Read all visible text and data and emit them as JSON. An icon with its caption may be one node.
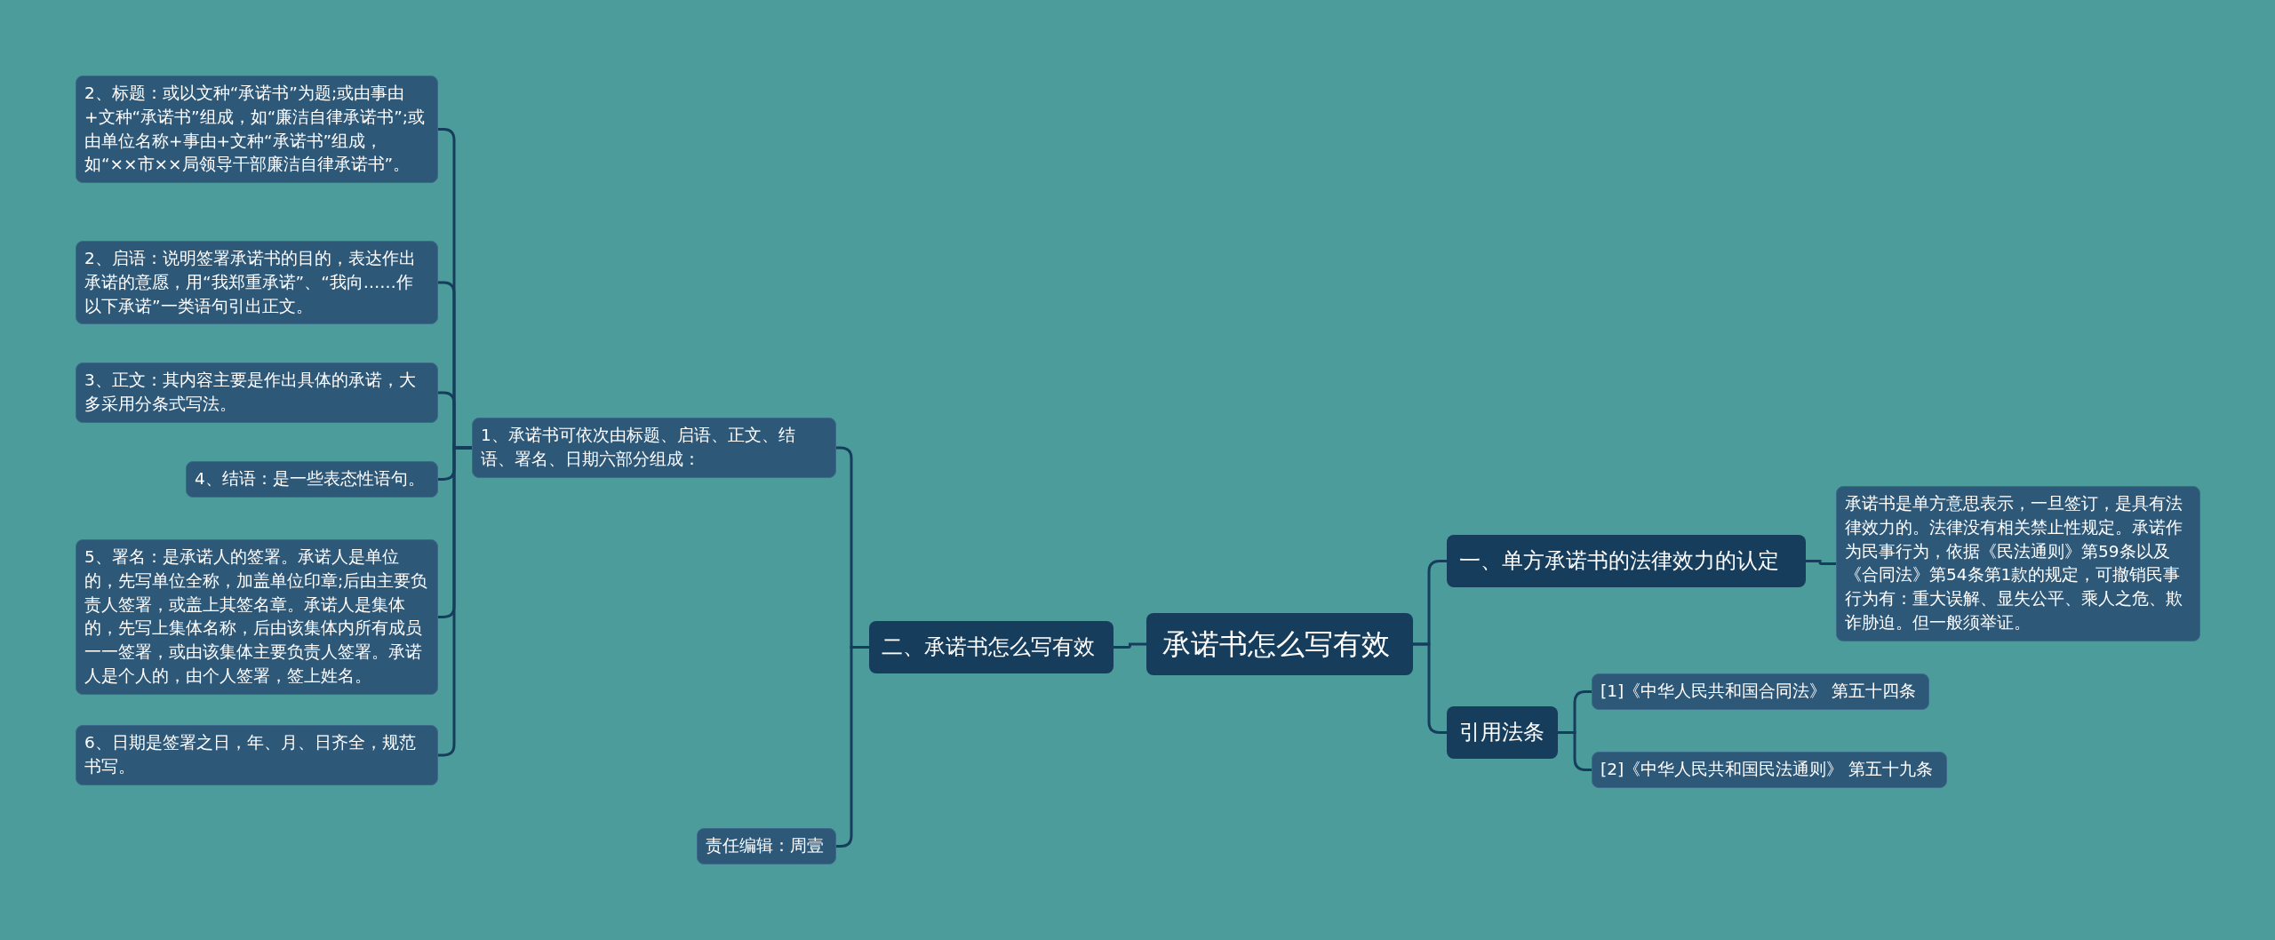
{
  "diagram": {
    "nodes": [
      {
        "text": [
          "承诺书怎么写有效"
        ]
      },
      {
        "text": [
          "二、承诺书怎么写有效"
        ]
      },
      {
        "text": [
          "1、承诺书可依次由标题、启语、正文、结语、署名、日期六部分组成："
        ]
      },
      {
        "text": [
          "2、标题：或以文种“承诺书”为题;或由事由+文种“承诺书”组成，如“廉洁自律承诺书”;或由单位名称+事由+文种“承诺书”组成，如“××市××局领导干部廉洁自律承诺书”。"
        ]
      },
      {
        "text": [
          "2、启语：说明签署承诺书的目的，表达作出承诺的意愿，用“我郑重承诺”、“我向……作以下承诺”一类语句引出正文。"
        ]
      },
      {
        "text": [
          "3、正文：其内容主要是作出具体的承诺，大多采用分条式写法。"
        ]
      },
      {
        "text": [
          "4、结语：是一些表态性语句。"
        ]
      },
      {
        "text": [
          "5、署名：是承诺人的签署。承诺人是单位的，先写单位全称，加盖单位印章;后由主要负责人签署，或盖上其签名章。承诺人是集体的，先写上集体名称，后由该集体内所有成员一一签署，或由该集体主要负责人签署。承诺人是个人的，由个人签署，签上姓名。"
        ]
      },
      {
        "text": [
          "6、日期是签署之日，年、月、日齐全，规范书写。"
        ]
      },
      {
        "text": [
          "责任编辑：周壹"
        ]
      },
      {
        "text": [
          "一、单方承诺书的法律效力的认定"
        ]
      },
      {
        "text": [
          "承诺书是单方意思表示，一旦签订，是具有法律效力的。法律没有相关禁止性规定。承诺作为民事行为，依据《民法通则》第59条以及《合同法》第54条第1款的规定，可撤销民事行为有：重大误解、显失公平、乘人之危、欺诈胁迫。但一般须举证。"
        ]
      },
      {
        "text": [
          "引用法条"
        ]
      },
      {
        "text": [
          "[1]《中华人民共和国合同法》 第五十四条"
        ]
      },
      {
        "text": [
          "[2]《中华人民共和国民法通则》 第五十九条"
        ]
      }
    ],
    "edges": [
      {
        "from": 0,
        "to": 1,
        "arrow": "none"
      },
      {
        "from": 1,
        "to": 2,
        "arrow": "none"
      },
      {
        "from": 2,
        "to": 3,
        "arrow": "none"
      },
      {
        "from": 2,
        "to": 4,
        "arrow": "none"
      },
      {
        "from": 2,
        "to": 5,
        "arrow": "none"
      },
      {
        "from": 2,
        "to": 6,
        "arrow": "none"
      },
      {
        "from": 2,
        "to": 7,
        "arrow": "none"
      },
      {
        "from": 2,
        "to": 8,
        "arrow": "none"
      },
      {
        "from": 1,
        "to": 9,
        "arrow": "none"
      },
      {
        "from": 0,
        "to": 10,
        "arrow": "none"
      },
      {
        "from": 10,
        "to": 11,
        "arrow": "none"
      },
      {
        "from": 0,
        "to": 12,
        "arrow": "none"
      },
      {
        "from": 12,
        "to": 13,
        "arrow": "none"
      },
      {
        "from": 12,
        "to": 14,
        "arrow": "none"
      }
    ]
  }
}
